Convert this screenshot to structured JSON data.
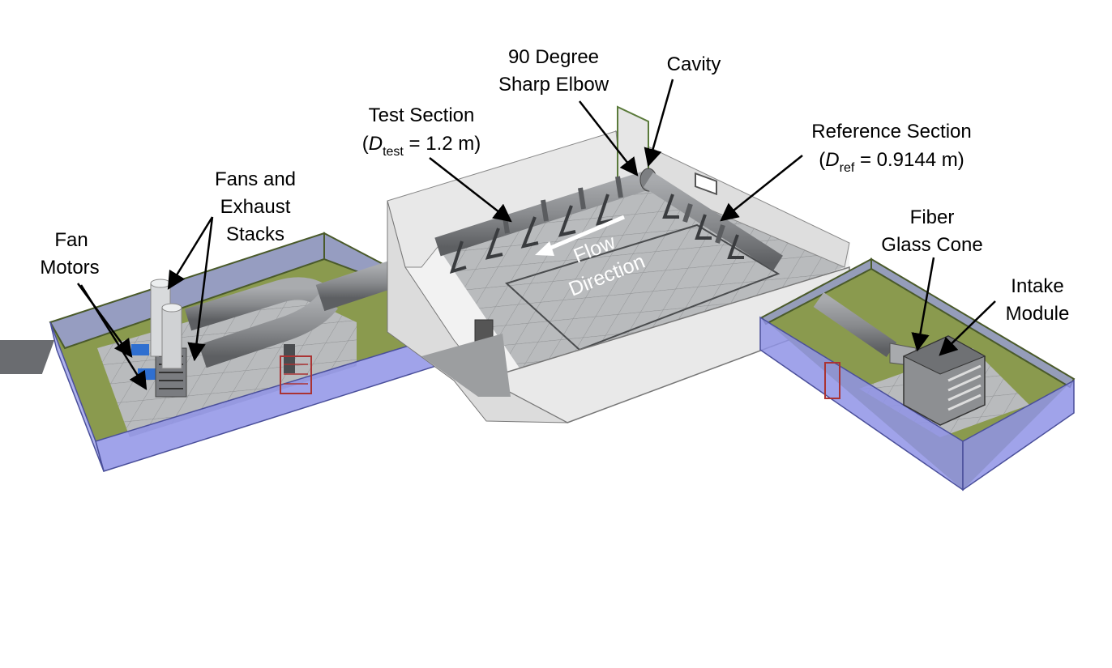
{
  "labels": {
    "fan_motors": [
      "Fan",
      "Motors"
    ],
    "fans_exhaust": [
      "Fans and",
      "Exhaust",
      "Stacks"
    ],
    "test_section": {
      "line1": "Test Section",
      "open": "(",
      "symbol": "D",
      "subscript": "test",
      "rest": " = 1.2 m)"
    },
    "elbow": [
      "90 Degree",
      "Sharp Elbow"
    ],
    "cavity": "Cavity",
    "reference_section": {
      "line1": "Reference Section",
      "open": "(",
      "symbol": "D",
      "subscript": "ref",
      "rest": " = 0.9144 m)"
    },
    "fiber_glass_cone": [
      "Fiber",
      "Glass Cone"
    ],
    "intake_module": [
      "Intake",
      "Module"
    ],
    "flow_direction": [
      "Flow",
      "Direction"
    ]
  },
  "colors": {
    "glass_wall": "#8f93e6",
    "grass": "#8a9a4e",
    "floor_tile": "#b7b9bb",
    "room_wall": "#ececec",
    "pipe": "#8d8f92",
    "equipment_blue": "#2f6fd0"
  }
}
